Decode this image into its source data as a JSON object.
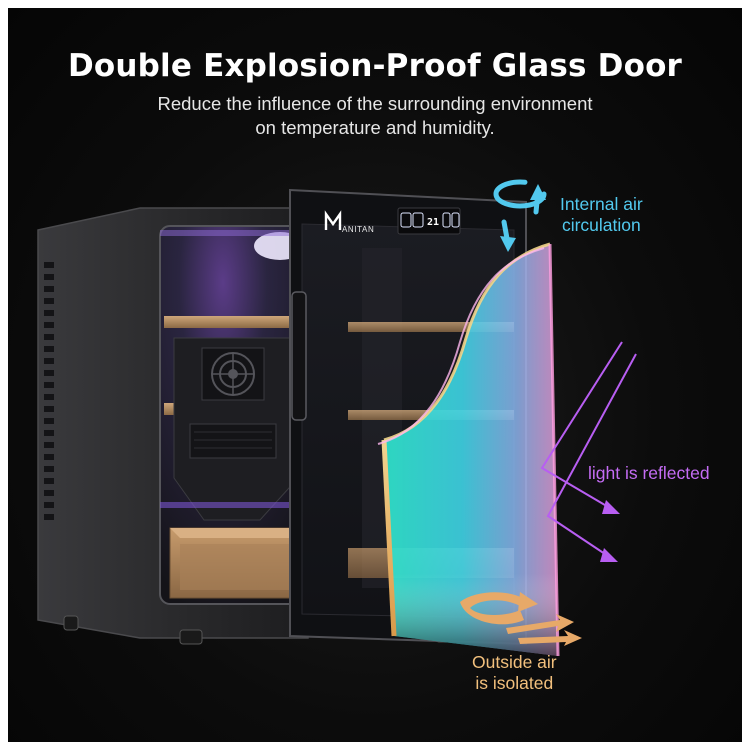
{
  "headline": "Double Explosion-Proof Glass Door",
  "subtitle": {
    "line1": "Reduce the influence of the surrounding environment",
    "line2": "on temperature and humidity."
  },
  "product": {
    "brand_logo_text": "ANITAN",
    "control_panel": {
      "temperature_display": "21",
      "icons": [
        "power-icon",
        "light-icon",
        "humidity-icon",
        "temperature-icon"
      ]
    }
  },
  "callouts": {
    "internal_air": {
      "line1": "Internal air",
      "line2": "circulation"
    },
    "light": {
      "text": "light is reflected"
    },
    "outside_air": {
      "line1": "Outside air",
      "line2": "is isolated"
    }
  },
  "colors": {
    "background": "#0c0c0c",
    "headline": "#ffffff",
    "internal_air": "#52c9ee",
    "light_reflected": "#c46cf4",
    "outside_air": "#f2c07d",
    "cabinet": "#2a2a2c",
    "wood_shelf": "#b38a5f"
  }
}
